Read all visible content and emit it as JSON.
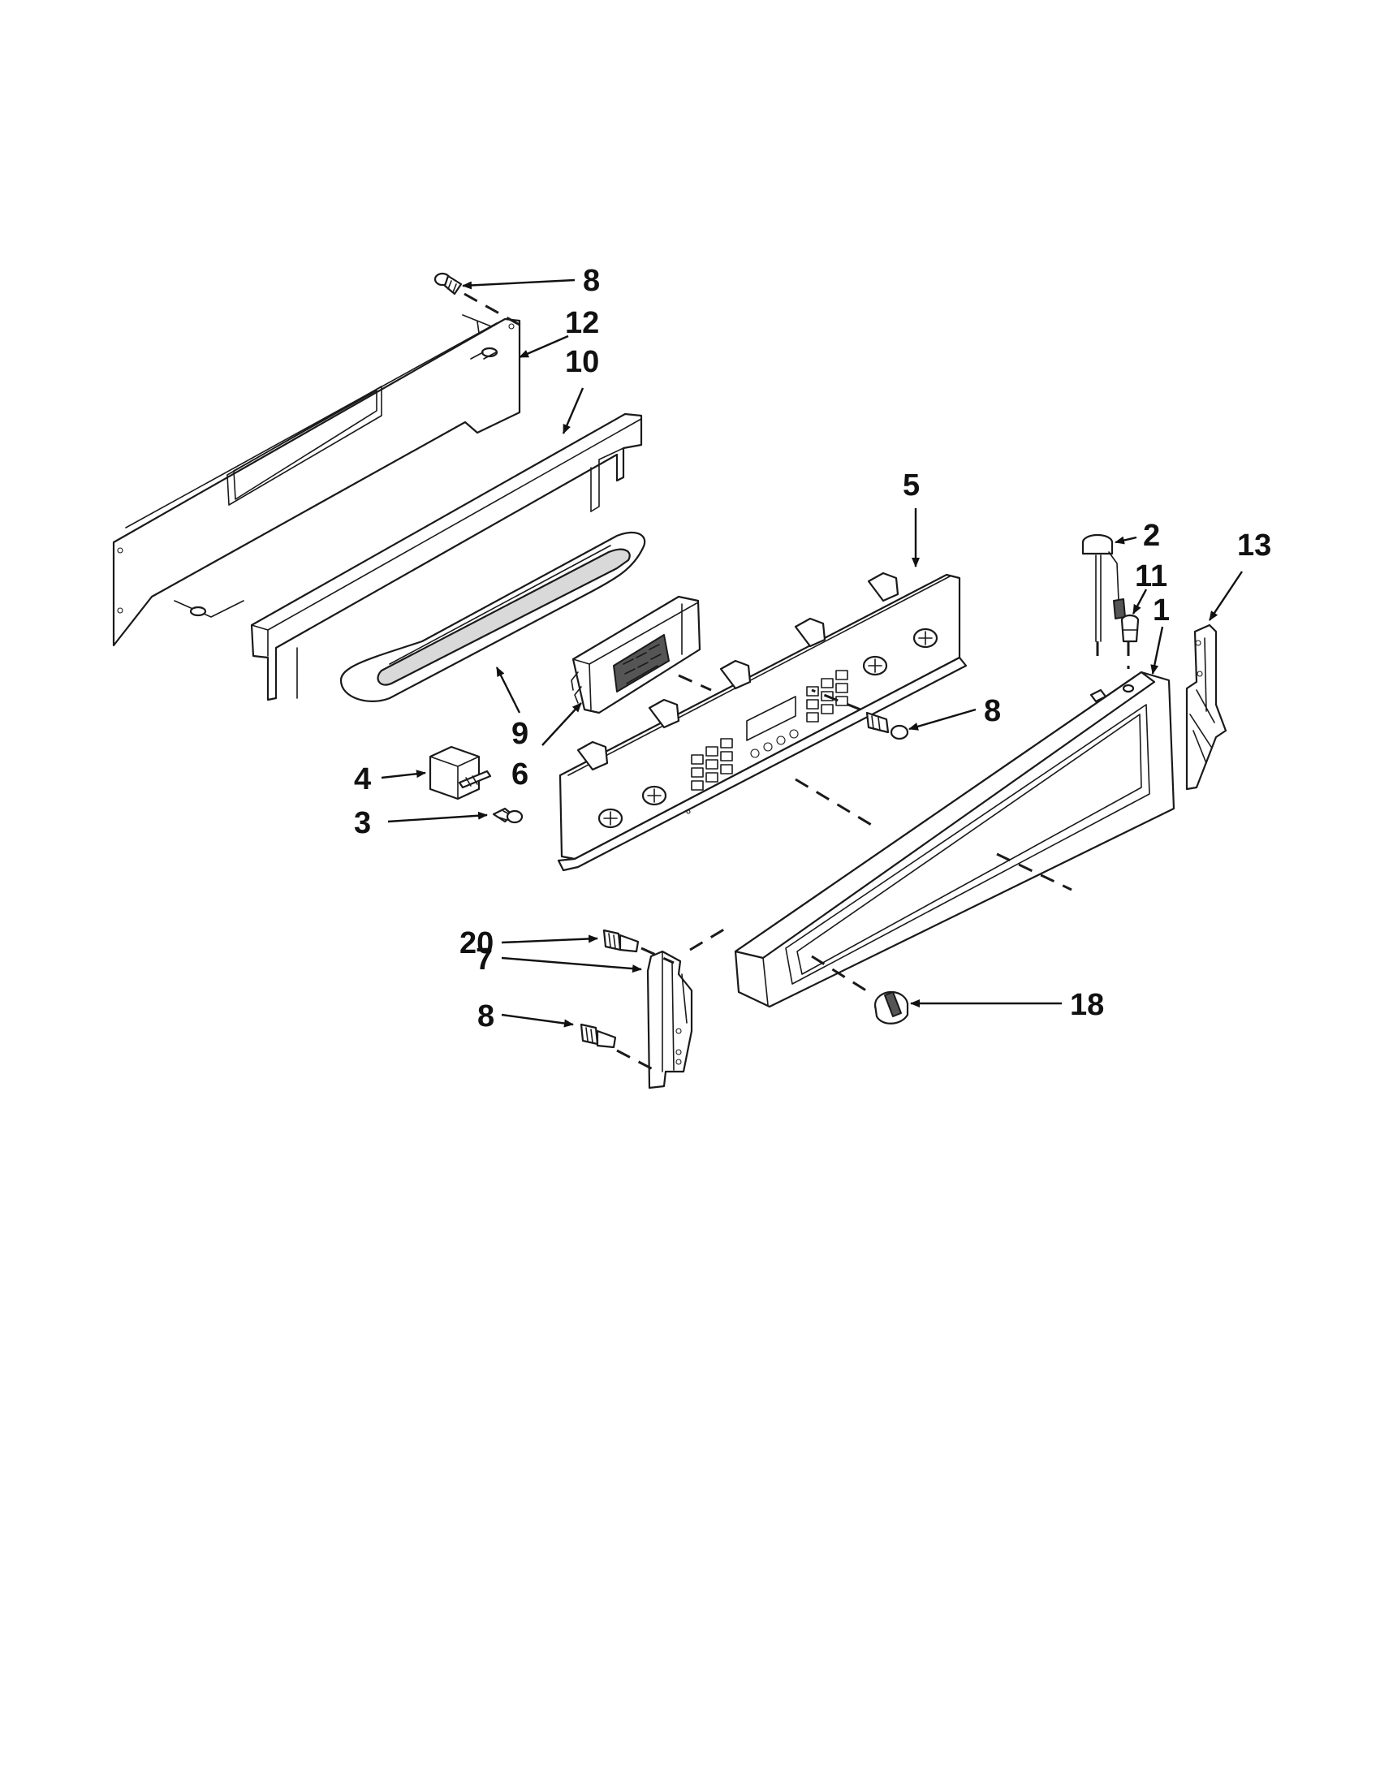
{
  "callouts": [
    {
      "id": "c8a",
      "label": "8"
    },
    {
      "id": "c12",
      "label": "12"
    },
    {
      "id": "c10",
      "label": "10"
    },
    {
      "id": "c5",
      "label": "5"
    },
    {
      "id": "c2",
      "label": "2"
    },
    {
      "id": "c13",
      "label": "13"
    },
    {
      "id": "c11",
      "label": "11"
    },
    {
      "id": "c1",
      "label": "1"
    },
    {
      "id": "c9",
      "label": "9"
    },
    {
      "id": "c6",
      "label": "6"
    },
    {
      "id": "c8b",
      "label": "8"
    },
    {
      "id": "c4",
      "label": "4"
    },
    {
      "id": "c3",
      "label": "3"
    },
    {
      "id": "c20",
      "label": "20"
    },
    {
      "id": "c7",
      "label": "7"
    },
    {
      "id": "c18",
      "label": "18"
    },
    {
      "id": "c8c",
      "label": "8"
    }
  ]
}
